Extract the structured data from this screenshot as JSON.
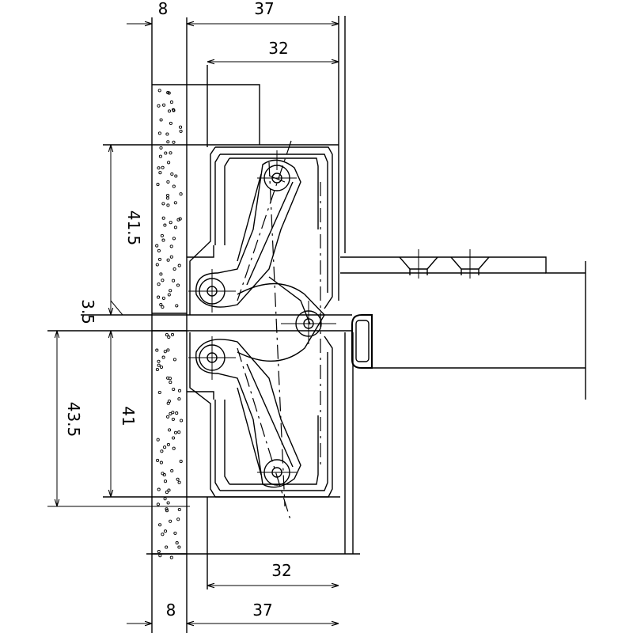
{
  "dimensions": {
    "top_frame": "8",
    "top_overall": "37",
    "top_inner": "32",
    "bottom_inner": "32",
    "bottom_frame": "8",
    "bottom_overall": "37",
    "upper_height": "41.5",
    "gap": "3.5",
    "lower_height": "41",
    "left_total": "43.5"
  },
  "colors": {
    "line": "#000000",
    "background": "#ffffff"
  }
}
